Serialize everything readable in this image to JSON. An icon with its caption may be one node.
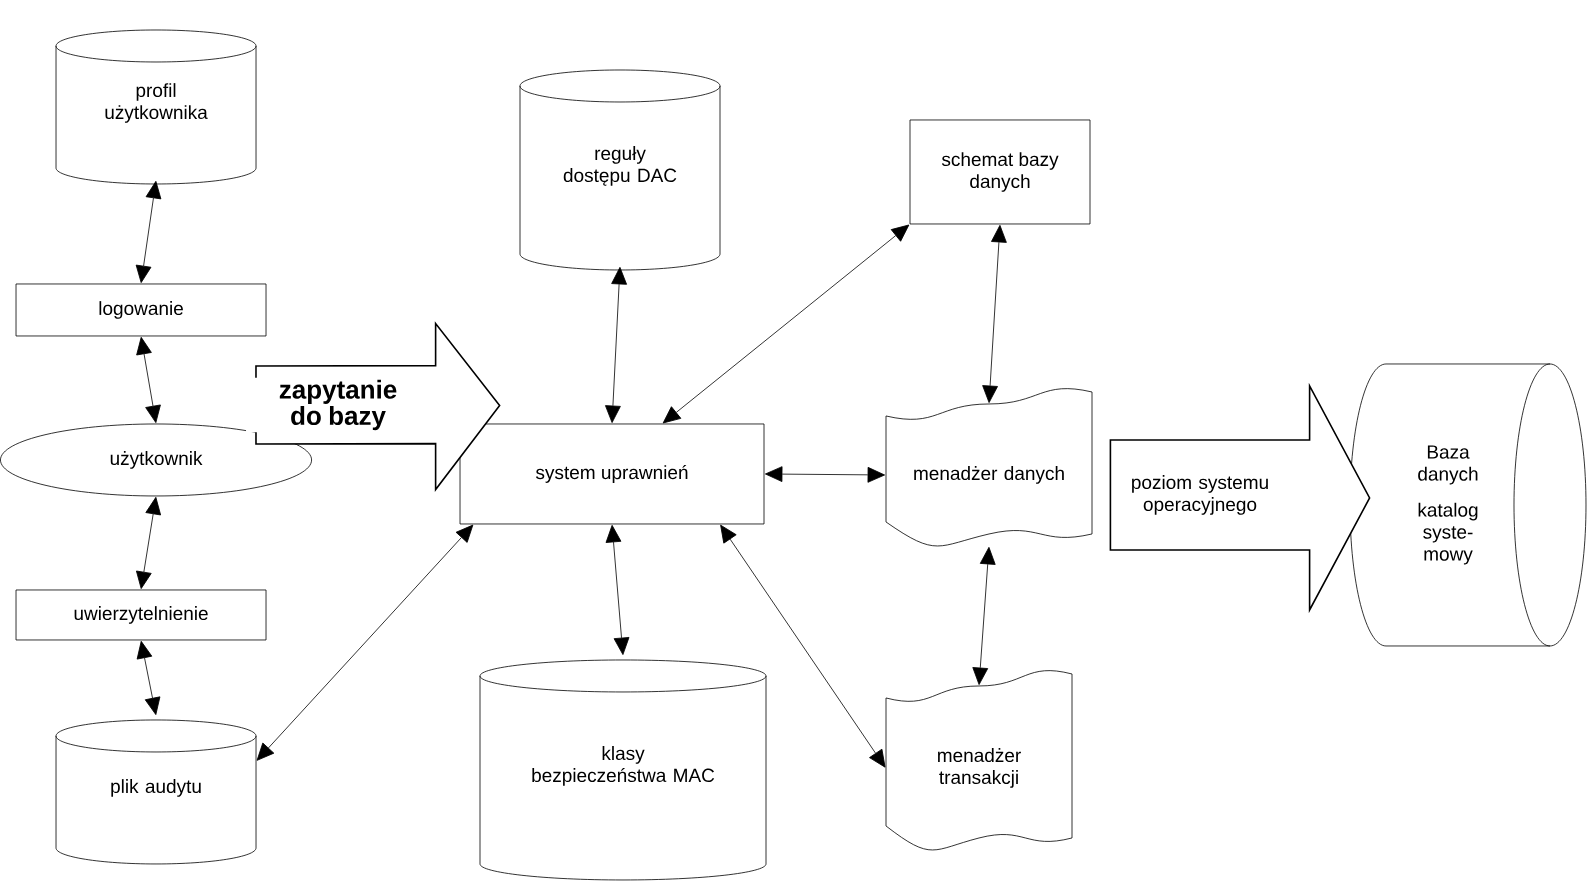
{
  "diagram": {
    "nodes": [
      {
        "text": [
          "profil użytkownika"
        ]
      },
      {
        "text": [
          "logowanie"
        ]
      },
      {
        "text": [
          "użytkownik"
        ]
      },
      {
        "text": [
          "uwierzytelnienie"
        ]
      },
      {
        "text": [
          "plik audytu"
        ]
      },
      {
        "text": [
          "reguły dostępu DAC"
        ]
      },
      {
        "text": [
          "schemat bazy danych"
        ]
      },
      {
        "text": [
          "system uprawnień"
        ]
      },
      {
        "text": [
          "menadżer danych"
        ]
      },
      {
        "text": [
          "Baza danych",
          "katalog syste- mowy"
        ]
      },
      {
        "text": [
          "klasy bezpieczeństwa MAC"
        ]
      },
      {
        "text": [
          "menadżer transakcji"
        ]
      }
    ],
    "edges": [
      {
        "from": 0,
        "to": 1,
        "arrow": "both"
      },
      {
        "from": 1,
        "to": 2,
        "arrow": "both"
      },
      {
        "from": 2,
        "to": 3,
        "arrow": "both"
      },
      {
        "from": 3,
        "to": 4,
        "arrow": "both"
      },
      {
        "from": 4,
        "to": 7,
        "arrow": "both"
      },
      {
        "from": 5,
        "to": 7,
        "arrow": "both"
      },
      {
        "from": 6,
        "to": 7,
        "arrow": "both"
      },
      {
        "from": 7,
        "to": 8,
        "arrow": "both"
      },
      {
        "from": 6,
        "to": 8,
        "arrow": "both"
      },
      {
        "from": 7,
        "to": 10,
        "arrow": "both"
      },
      {
        "from": 7,
        "to": 11,
        "arrow": "both"
      },
      {
        "from": 8,
        "to": 11,
        "arrow": "both"
      },
      {
        "from": 2,
        "to": 7,
        "arrow": "to",
        "label": "zapytanie do bazy",
        "style": "thick"
      },
      {
        "from": 8,
        "to": 9,
        "arrow": "to",
        "label": "poziom systemu operacyjnego",
        "style": "thick"
      }
    ]
  }
}
